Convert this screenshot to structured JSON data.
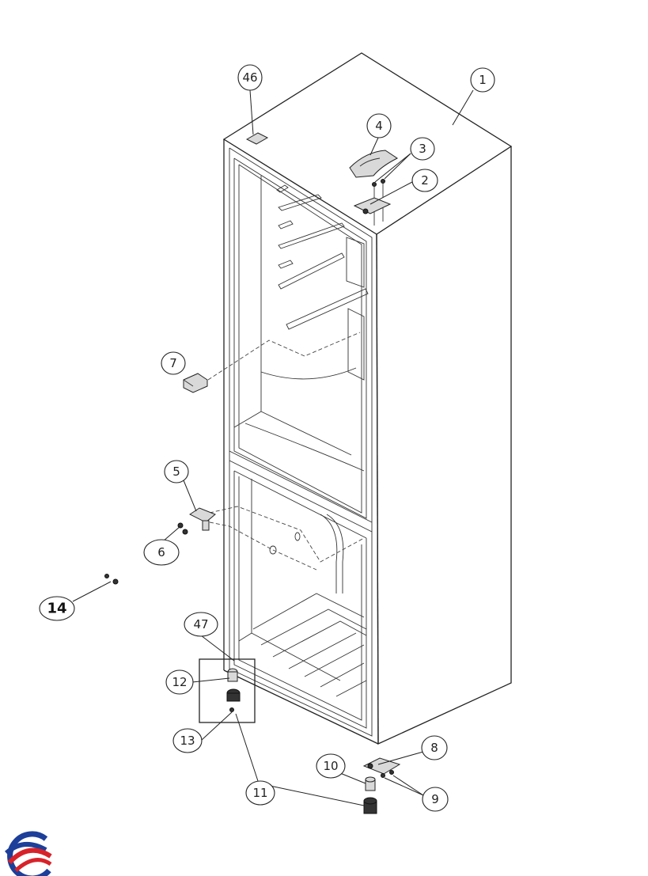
{
  "callouts": [
    {
      "id": "c1",
      "label": "1"
    },
    {
      "id": "c2",
      "label": "2"
    },
    {
      "id": "c3",
      "label": "3"
    },
    {
      "id": "c4",
      "label": "4"
    },
    {
      "id": "c5",
      "label": "5"
    },
    {
      "id": "c6",
      "label": "6"
    },
    {
      "id": "c7",
      "label": "7"
    },
    {
      "id": "c8",
      "label": "8"
    },
    {
      "id": "c9",
      "label": "9"
    },
    {
      "id": "c10",
      "label": "10"
    },
    {
      "id": "c11",
      "label": "11"
    },
    {
      "id": "c12",
      "label": "12"
    },
    {
      "id": "c13",
      "label": "13"
    },
    {
      "id": "c14",
      "label": "14"
    },
    {
      "id": "c46",
      "label": "46"
    },
    {
      "id": "c47",
      "label": "47"
    }
  ],
  "logo": {
    "name": "brand-logo",
    "colors": [
      "#1d3f9a",
      "#d8222a"
    ]
  }
}
